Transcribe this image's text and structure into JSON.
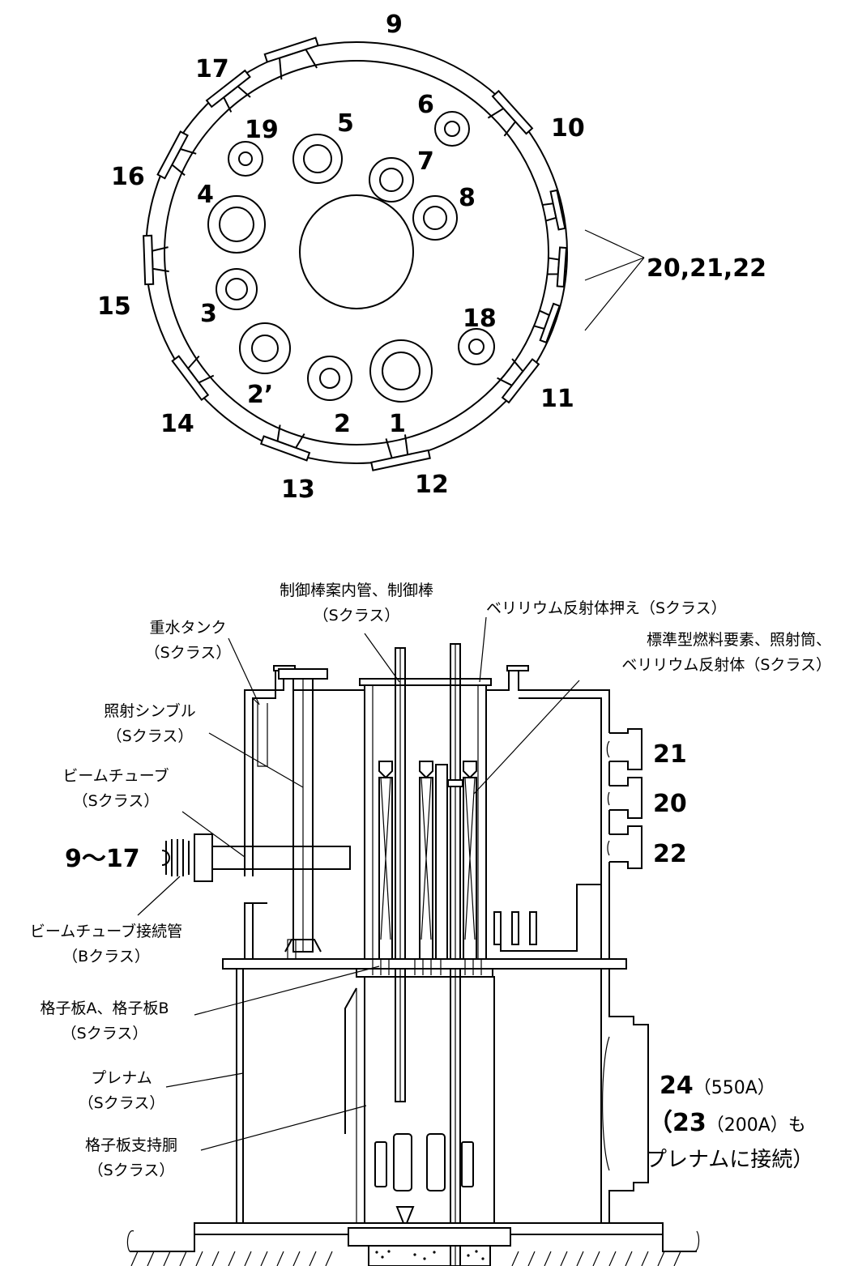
{
  "top_view": {
    "nozzles": [
      {
        "id": "n9",
        "text": "9"
      },
      {
        "id": "n10",
        "text": "10"
      },
      {
        "id": "n11",
        "text": "11"
      },
      {
        "id": "n12",
        "text": "12"
      },
      {
        "id": "n13",
        "text": "13"
      },
      {
        "id": "n14",
        "text": "14"
      },
      {
        "id": "n15",
        "text": "15"
      },
      {
        "id": "n16",
        "text": "16"
      },
      {
        "id": "n17",
        "text": "17"
      },
      {
        "id": "n202122",
        "text": "20,21,22"
      }
    ],
    "holes": [
      {
        "id": "h1",
        "text": "1"
      },
      {
        "id": "h2",
        "text": "2"
      },
      {
        "id": "h2p",
        "text": "2’"
      },
      {
        "id": "h3",
        "text": "3"
      },
      {
        "id": "h4",
        "text": "4"
      },
      {
        "id": "h5",
        "text": "5"
      },
      {
        "id": "h6",
        "text": "6"
      },
      {
        "id": "h7",
        "text": "7"
      },
      {
        "id": "h8",
        "text": "8"
      },
      {
        "id": "h18",
        "text": "18"
      },
      {
        "id": "h19",
        "text": "19"
      }
    ]
  },
  "section_view": {
    "labels": [
      {
        "id": "cr1",
        "text": "制御棒案内管、制御棒"
      },
      {
        "id": "cr2",
        "text": "（Sクラス）"
      },
      {
        "id": "be1",
        "text": "ベリリウム反射体押え（Sクラス）"
      },
      {
        "id": "fe1",
        "text": "標準型燃料要素、照射筒、"
      },
      {
        "id": "fe2",
        "text": "ベリリウム反射体（Sクラス）"
      },
      {
        "id": "dt1",
        "text": "重水タンク"
      },
      {
        "id": "dt2",
        "text": "（Sクラス）"
      },
      {
        "id": "is1",
        "text": "照射シンブル"
      },
      {
        "id": "is2",
        "text": "（Sクラス）"
      },
      {
        "id": "bt1",
        "text": "ビームチューブ"
      },
      {
        "id": "bt2",
        "text": "（Sクラス）"
      },
      {
        "id": "bc1",
        "text": "ビームチューブ接続管"
      },
      {
        "id": "bc2",
        "text": "（Bクラス）"
      },
      {
        "id": "gp1",
        "text": "格子板A、格子板B"
      },
      {
        "id": "gp2",
        "text": "（Sクラス）"
      },
      {
        "id": "pl1",
        "text": "プレナム"
      },
      {
        "id": "pl2",
        "text": "（Sクラス）"
      },
      {
        "id": "gs1",
        "text": "格子板支持胴"
      },
      {
        "id": "gs2",
        "text": "（Sクラス）"
      }
    ],
    "nozzle_21": "21",
    "nozzle_20": "20",
    "nozzle_22": "22",
    "beam_range": "9～17",
    "n24_num": "24",
    "n24_size": "（550A）",
    "n23_open": "（",
    "n23_num": "23",
    "n23_size": "（200A）も",
    "n23_tail": "プレナムに接続）"
  }
}
